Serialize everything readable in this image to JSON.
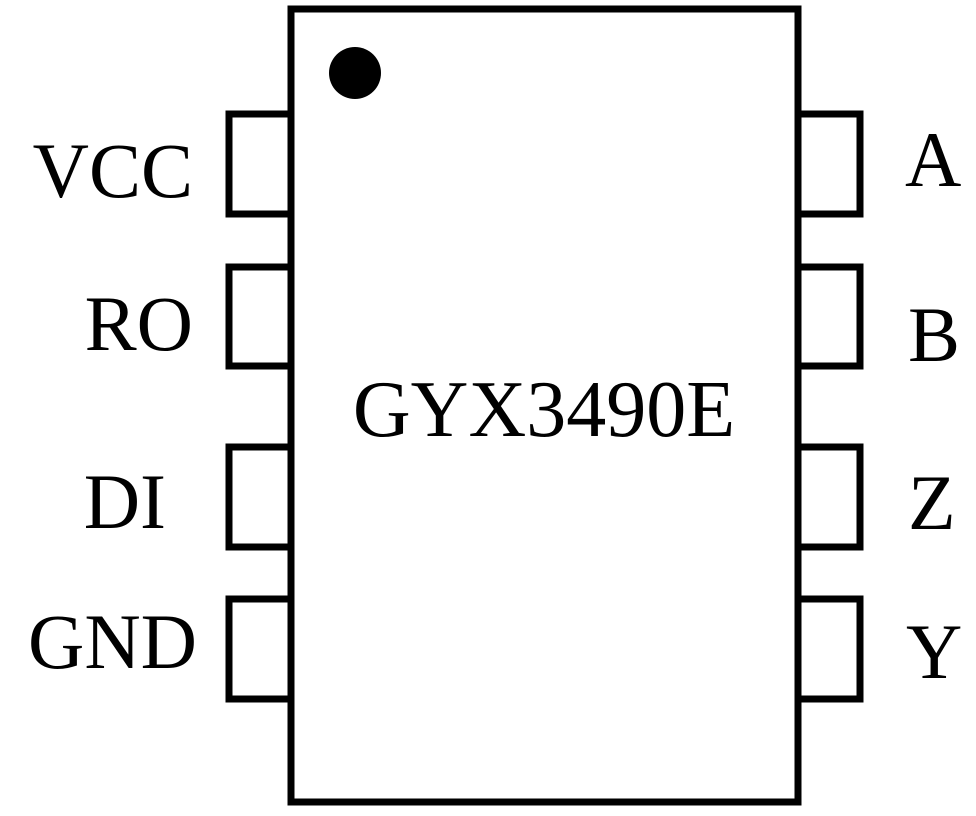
{
  "chip": {
    "part_number": "GYX3490E"
  },
  "pins": {
    "left": [
      "VCC",
      "RO",
      "DI",
      "GND"
    ],
    "right": [
      "A",
      "B",
      "Z",
      "Y"
    ]
  },
  "colors": {
    "stroke": "#000000",
    "background": "#ffffff"
  },
  "icons": {
    "pin1_marker": "filled-circle-dot"
  }
}
